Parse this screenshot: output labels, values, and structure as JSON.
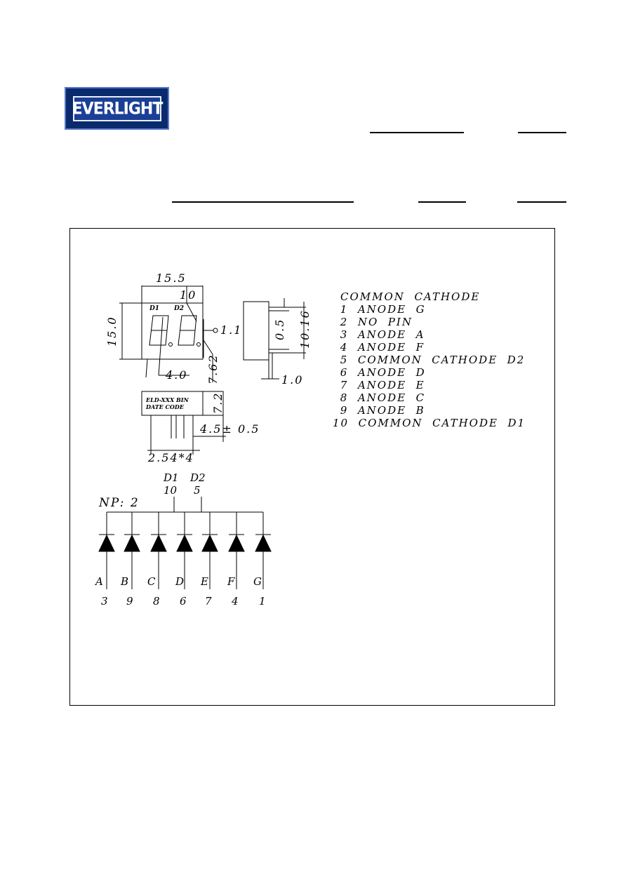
{
  "header": {
    "logo_text": "EVERLIGHT",
    "brand_color": "#1b3f96"
  },
  "pin_table": {
    "title": "COMMON  CATHODE",
    "pins": [
      " 1  ANODE  G",
      " 2  NO  PIN",
      " 3  ANODE  A",
      " 4  ANODE  F",
      " 5  COMMON  CATHODE  D2",
      " 6  ANODE  D",
      " 7  ANODE  E",
      " 8  ANODE  C",
      " 9  ANODE  B",
      "10  COMMON  CATHODE  D1"
    ]
  },
  "dimensions": {
    "width_top": "15.5",
    "height_left": "15.0",
    "dp_dim": "10",
    "hole": "1.1",
    "digit_offset": "4.0",
    "pin_row_offset": "7.62",
    "side_top": "0.5",
    "side_pitch": "10.16",
    "side_bottom": "1.0",
    "body_depth": "7.2",
    "pin_length": "4.5± 0.5",
    "pin_pitch": "2.54*4"
  },
  "labels": {
    "digit1": "D1",
    "digit2": "D2",
    "marking_line1": "ELD-XXX  BIN",
    "marking_line2": "DATE      CODE"
  },
  "circuit": {
    "np_label": "NP:  2",
    "common_names": [
      "D1",
      "D2"
    ],
    "common_pins": [
      "10",
      "5"
    ],
    "segments": [
      "A",
      "B",
      "C",
      "D",
      "E",
      "F",
      "G"
    ],
    "segment_pins": [
      "3",
      "9",
      "8",
      "6",
      "7",
      "4",
      "1"
    ]
  }
}
